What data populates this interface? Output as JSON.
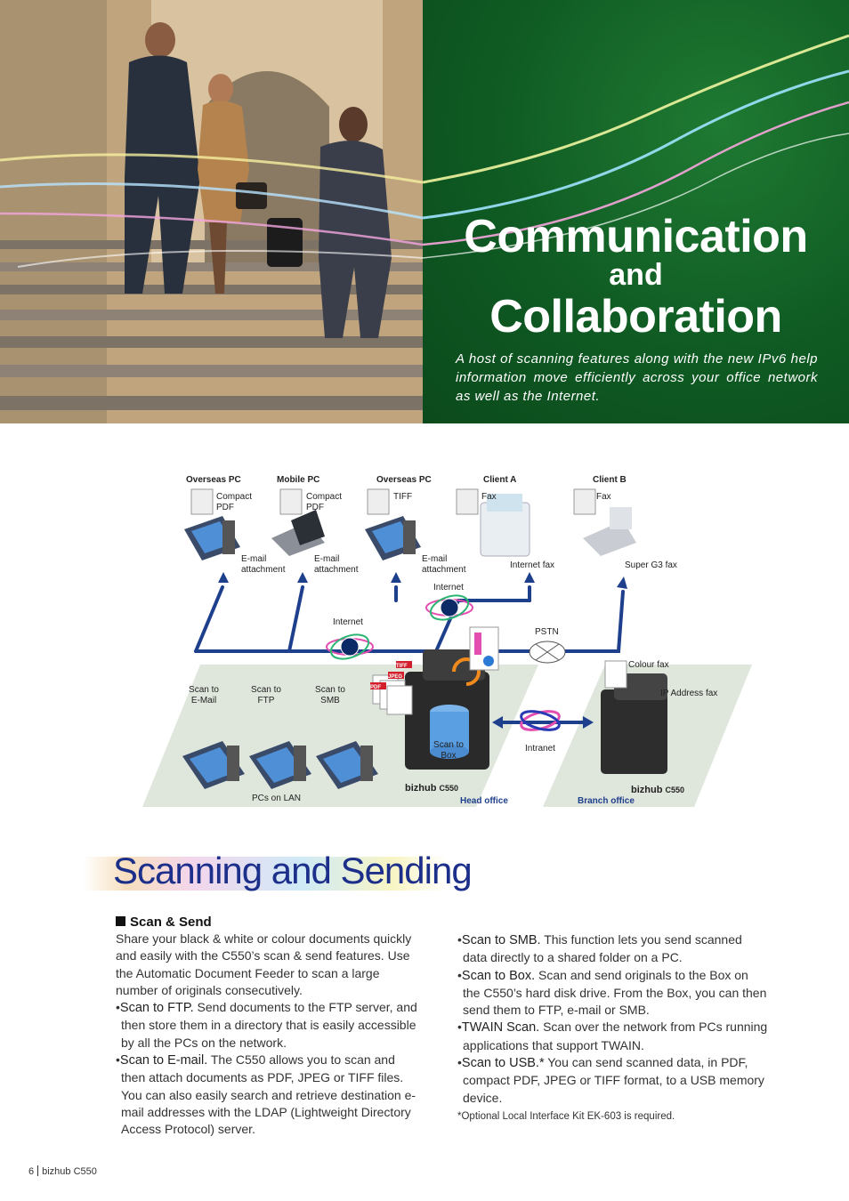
{
  "hero": {
    "title_line1": "Communication",
    "title_and": "and",
    "title_line2": "Collaboration",
    "intro": "A host of scanning features along with the new IPv6 help information move efficiently across your office network as well as the Internet."
  },
  "diagram": {
    "top_labels": [
      "Overseas PC",
      "Mobile PC",
      "Overseas PC",
      "Client A",
      "Client B"
    ],
    "doc_labels": [
      "Compact PDF",
      "Compact PDF",
      "TIFF",
      "Fax",
      "Fax"
    ],
    "send_labels": [
      "E-mail attachment",
      "E-mail attachment",
      "E-mail attachment"
    ],
    "internet_fax": "Internet fax",
    "super_g3_fax": "Super G3 fax",
    "internet": "Internet",
    "pstn": "PSTN",
    "colour_fax": "Colour fax",
    "ip_address_fax": "IP Address fax",
    "scan_labels": [
      "Scan to E-Mail",
      "Scan to FTP",
      "Scan to SMB"
    ],
    "scan_to_box": "Scan to Box",
    "intranet": "Intranet",
    "pcs_on_lan": "PCs on LAN",
    "head_office": "Head office",
    "branch_office": "Branch office",
    "brand": "bizhub",
    "model": "C550",
    "file_tags": [
      "TIFF",
      "JPEG",
      "PDF"
    ]
  },
  "section": {
    "title": "Scanning and Sending"
  },
  "content": {
    "subheading": "Scan & Send",
    "intro": "Share your black & white or colour documents quickly and easily with the C550’s scan & send features. Use the Automatic Document Feeder to scan a large number of originals consecutively.",
    "bullets_left": [
      {
        "lead": "Scan to FTP.",
        "text": " Send documents to the FTP server, and then store them in a directory that is easily accessible by all the PCs on the network."
      },
      {
        "lead": "Scan to E-mail.",
        "text": " The C550 allows you to scan and then attach documents as PDF, JPEG or TIFF files. You can also easily search and retrieve destination e-mail addresses with the LDAP (Lightweight Directory Access Protocol) server."
      }
    ],
    "bullets_right": [
      {
        "lead": "Scan to SMB.",
        "text": " This function lets you send scanned data directly to a shared folder on a PC."
      },
      {
        "lead": "Scan to Box.",
        "text": " Scan and send originals to the Box on the C550’s hard disk drive. From the Box, you can then send them to FTP, e-mail or SMB."
      },
      {
        "lead": "TWAIN Scan.",
        "text": " Scan over the network from PCs running applications that support TWAIN."
      },
      {
        "lead": "Scan to USB.*",
        "text": "  You can send scanned data, in PDF, compact PDF, JPEG or TIFF format, to a USB memory device."
      }
    ],
    "note": "*Optional Local Interface Kit EK-603 is required."
  },
  "footer": {
    "page": "6",
    "product": "bizhub C550"
  }
}
